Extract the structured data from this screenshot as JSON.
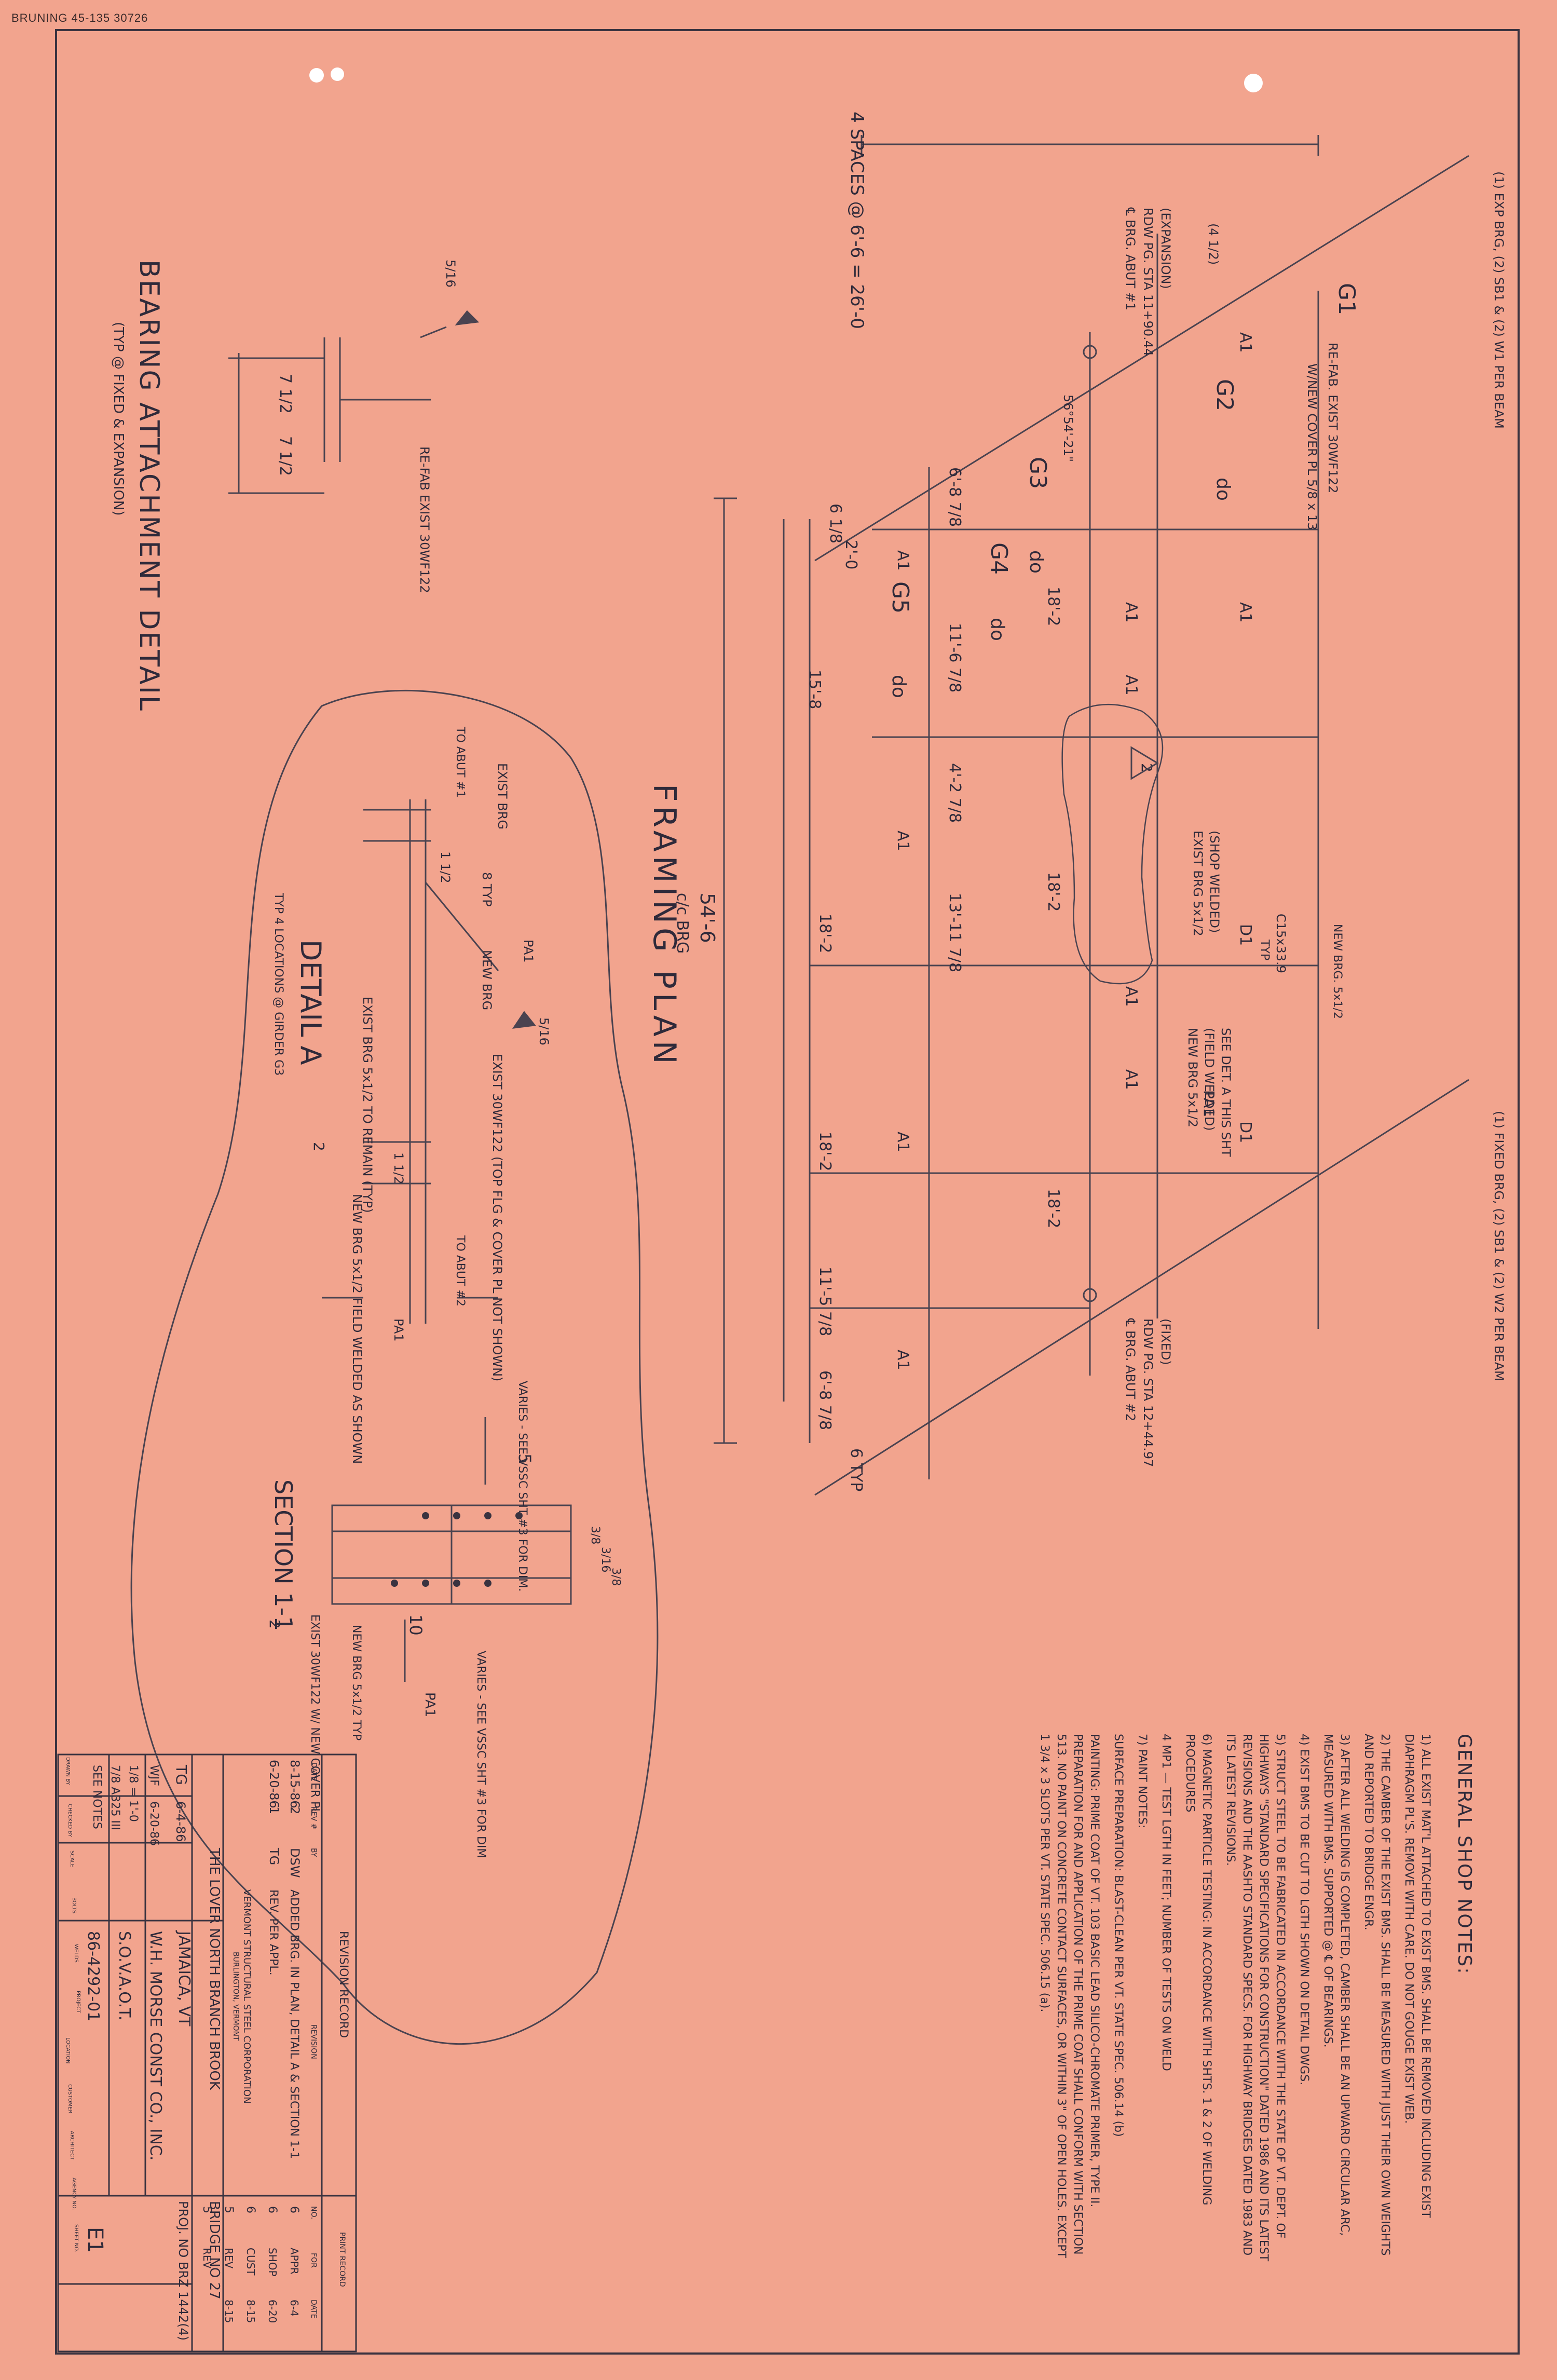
{
  "sheet": {
    "corner_label": "BRUNING 45-135 30726"
  },
  "framing_plan": {
    "title": "FRAMING PLAN",
    "overall_dim": "4 SPACES @ 6'-6 = 26'-0",
    "span_dim": "54'-6",
    "span_sub": "c/c BRG",
    "exp_brg_note": "(1) EXP BRG, (2) SB1 & (2) W1 PER BEAM",
    "fixed_brg_note": "(1) FIXED BRG, (2) SB1 & (2) W2 PER BEAM",
    "abut1": [
      "℄ BRG. ABUT #1",
      "RDW PG. STA 11+90.44",
      "(EXPANSION)"
    ],
    "abut2": [
      "℄ BRG. ABUT #2",
      "RDW PG. STA 12+44.97",
      "(FIXED)"
    ],
    "skew_angle": "56°54'-21\"",
    "skew_dim": "(4 1/2)",
    "girder_labels": [
      "G1",
      "G2",
      "G3",
      "G4",
      "G5"
    ],
    "girder_notes": [
      "RE-FAB. EXIST 30WF122",
      "W/NEW COVER PL 5/8 x 13",
      "do",
      "do",
      "do",
      "do"
    ],
    "diaphragm_a": "A1",
    "diaphragm_d": "D1",
    "channel": "C15x33.9",
    "typ": "TYP",
    "new_brg": "NEW BRG. 5x1/2",
    "exist_brg_shop": [
      "EXIST BRG 5x1/2",
      "(SHOP WELDED)"
    ],
    "new_brg_field": [
      "NEW BRG 5x1/2",
      "(FIELD WELDED)",
      "SEE DET. A THIS SHT"
    ],
    "pa1": "PA1",
    "rev_tag": "2",
    "g3_dims": [
      "6 1/8",
      "2'-0",
      "6'-8 7/8"
    ],
    "g4_dims": [
      "11'-6 7/8",
      "4'-2 7/8",
      "13'-11 7/8"
    ],
    "g5_dims": [
      "15'-8",
      "18'-2",
      "18'-2",
      "11'-5 7/8",
      "6'-8 7/8"
    ],
    "top_dims": [
      "18'-2",
      "18'-2",
      "18'-2"
    ],
    "end_dim": "6 TYP"
  },
  "bearing_detail": {
    "title": "BEARING ATTACHMENT DETAIL",
    "subtitle": "(TYP @ FIXED & EXPANSION)",
    "label": "RE-FAB EXIST 30WF122",
    "dims": [
      "7 1/2",
      "7 1/2"
    ],
    "weld": "5/16"
  },
  "detail_a": {
    "title": "DETAIL A",
    "subtitle": "TYP 4 LOCATIONS @ GIRDER G3",
    "rev_tag": "2",
    "to_abut1": "TO ABUT #1",
    "to_abut2": "TO ABUT #2",
    "labels": [
      "EXIST BRG",
      "8 TYP",
      "NEW BRG",
      "PA1",
      "EXIST 30WF122 (TOP FLG & COVER PL NOT SHOWN)",
      "EXIST BRG 5x1/2 TO REMAIN (TYP)",
      "PA1",
      "NEW BRG 5x1/2 FIELD WELDED AS SHOWN"
    ],
    "small_dims": [
      "1 1/2",
      "1 1/2"
    ],
    "weld": "5/16"
  },
  "section_1_1": {
    "title": "SECTION 1-1",
    "rev_tag": "2",
    "labels": [
      "VARIES - SEE VSSC SHT #3 FOR DIM.",
      "5",
      "10",
      "VARIES - SEE VSSC SHT #3 FOR DIM",
      "EXIST 30WF122 W/ NEW COVER PL",
      "NEW BRG 5x1/2 TYP",
      "PA1"
    ],
    "dims": [
      "3/8",
      "3/16",
      "3/8"
    ]
  },
  "general_notes": {
    "title": "GENERAL SHOP NOTES:",
    "items": [
      "1) ALL EXIST MAT'L ATTACHED TO EXIST BMS. SHALL BE REMOVED INCLUDING EXIST DIAPHRAGM PL'S. REMOVE WITH CARE. DO NOT GOUGE EXIST WEB.",
      "2) THE CAMBER OF THE EXIST BMS. SHALL BE MEASURED WITH JUST THEIR OWN WEIGHTS AND REPORTED TO BRIDGE ENGR.",
      "3) AFTER ALL WELDING IS COMPLETED, CAMBER SHALL BE AN UPWARD CIRCULAR ARC, MEASURED WITH BMS. SUPPORTED @ ℄ OF BEARINGS.",
      "4) EXIST BMS TO BE CUT TO LGTH SHOWN ON DETAIL DWGS.",
      "5) STRUCT STEEL TO BE FABRICATED IN ACCORDANCE WITH THE STATE OF VT. DEPT. OF HIGHWAYS \"STANDARD SPECIFICATIONS FOR CONSTRUCTION\" DATED 1986 AND ITS LATEST REVISIONS AND THE AASHTO STANDARD SPECS. FOR HIGHWAY BRIDGES DATED 1983 AND ITS LATEST REVISIONS.",
      "6) MAGNETIC PARTICLE TESTING: IN ACCORDANCE WITH SHTS. 1 & 2 OF WELDING PROCEDURES",
      "4 MP1 — TEST LGTH IN FEET; NUMBER OF TESTS ON WELD",
      "7) PAINT NOTES:",
      "SURFACE PREPARATION: BLAST-CLEAN PER VT. STATE SPEC. 506.14 (b)",
      "PAINTING: PRIME COAT OF VT. 103 BASIC LEAD SILICO-CHROMATE PRIMER, TYPE II. PREPARATION FOR AND APPLICATION OF THE PRIME COAT SHALL CONFORM WITH SECTION 513. NO PAINT ON CONCRETE CONTACT SURFACES, OR WITHIN 3\" OF OPEN HOLES. EXCEPT 1 3/4 x 3 SLOTS PER VT. STATE SPEC. 506.15 (a)."
    ]
  },
  "title_block": {
    "revision_header": "REVISION RECORD",
    "rev_columns": [
      "DATE",
      "REV #",
      "BY",
      "REVISION"
    ],
    "revisions": [
      {
        "date": "8-15-86",
        "rev": "2",
        "by": "DSW",
        "desc": "ADDED BRG. IN PLAN, DETAIL A & SECTION 1-1"
      },
      {
        "date": "6-20-86",
        "rev": "1",
        "by": "TG",
        "desc": "REV. PER APPL."
      }
    ],
    "company": "VERMONT STRUCTURAL STEEL CORPORATION",
    "city": "BURLINGTON, VERMONT",
    "project": "THE LOVER NORTH BRANCH BROOK",
    "location": "JAMAICA, VT",
    "customer": "W.H. MORSE CONST CO., INC.",
    "architect": "S.O.V.A.O.T.",
    "agency_no": "86-4292-01",
    "bridge": "BRIDGE NO 27",
    "proj_no": "PROJ. NO BRZ 1442(4)",
    "drawn_by": "TG",
    "drawn_date": "6-4-86",
    "checked_by": "WJF",
    "checked_date": "6-20-86",
    "scale": "1/8 = 1'-0",
    "bolts": "7/8 A325 III",
    "welds": "SEE NOTES",
    "sheet": "E1",
    "field_labels": [
      "DRAWN BY",
      "CHECKED BY",
      "SCALE",
      "BOLTS",
      "WELDS",
      "PROJECT",
      "LOCATION",
      "CUSTOMER",
      "ARCHITECT",
      "AGENCY NO.",
      "SHEET NO."
    ],
    "print_record_header": "PRINT RECORD",
    "print_columns": [
      "NO.",
      "FOR",
      "DATE"
    ],
    "print_rows": [
      {
        "no": "6",
        "for": "APPR",
        "date": "6-4"
      },
      {
        "no": "6",
        "for": "SHOP",
        "date": "6-20"
      },
      {
        "no": "6",
        "for": "CUST",
        "date": "8-15"
      },
      {
        "no": "5",
        "for": "REV",
        "date": "8-15"
      },
      {
        "no": "5",
        "for": "REV",
        "date": ""
      }
    ]
  }
}
